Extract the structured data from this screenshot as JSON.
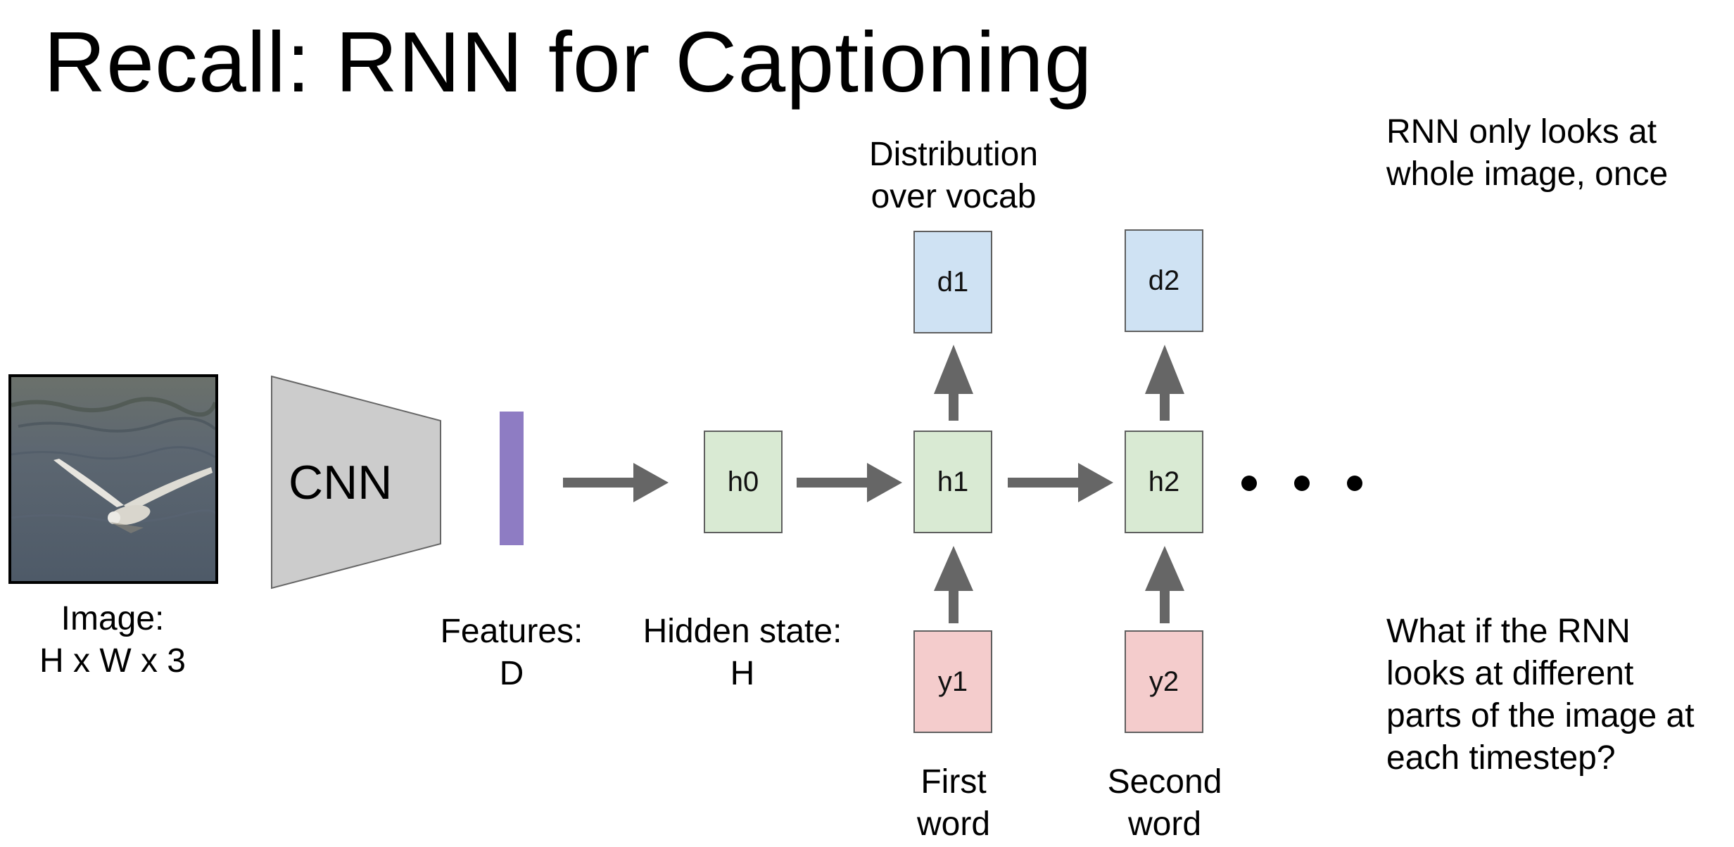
{
  "title": "Recall: RNN for Captioning",
  "image_label": {
    "line1": "Image:",
    "line2": "H x W x 3"
  },
  "cnn_label": "CNN",
  "features_label": {
    "line1": "Features:",
    "line2": "D"
  },
  "hidden_label": {
    "line1": "Hidden state:",
    "line2": "H"
  },
  "distribution_label": {
    "line1": "Distribution",
    "line2": "over vocab"
  },
  "hidden_nodes": [
    "h0",
    "h1",
    "h2"
  ],
  "output_nodes": [
    "d1",
    "d2"
  ],
  "input_nodes": [
    "y1",
    "y2"
  ],
  "word_labels": [
    {
      "line1": "First",
      "line2": "word"
    },
    {
      "line1": "Second",
      "line2": "word"
    }
  ],
  "note_top": {
    "line1": "RNN only looks at",
    "line2": "whole image, once"
  },
  "note_bottom": {
    "line1": "What if the RNN",
    "line2": "looks at different",
    "line3": "parts of the image at",
    "line4": "each timestep?"
  },
  "colors": {
    "hidden_fill": "#d9ead3",
    "output_fill": "#cfe2f3",
    "input_fill": "#f4cccc",
    "feature_bar": "#8e7cc3",
    "cnn_fill": "#cccccc",
    "arrow": "#666666"
  }
}
